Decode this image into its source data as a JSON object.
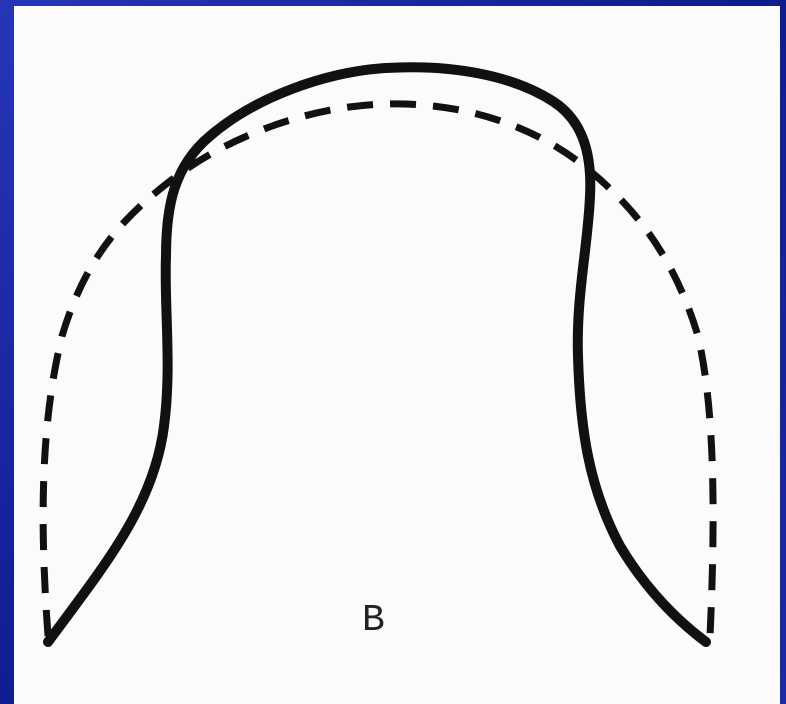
{
  "figure": {
    "label": "B",
    "colors": {
      "background": "#1a2aa8",
      "panel": "#fbfbfb",
      "stroke": "#111111"
    },
    "outlines": [
      {
        "name": "solid-outline",
        "style": "solid"
      },
      {
        "name": "dashed-outline",
        "style": "dashed"
      }
    ]
  }
}
